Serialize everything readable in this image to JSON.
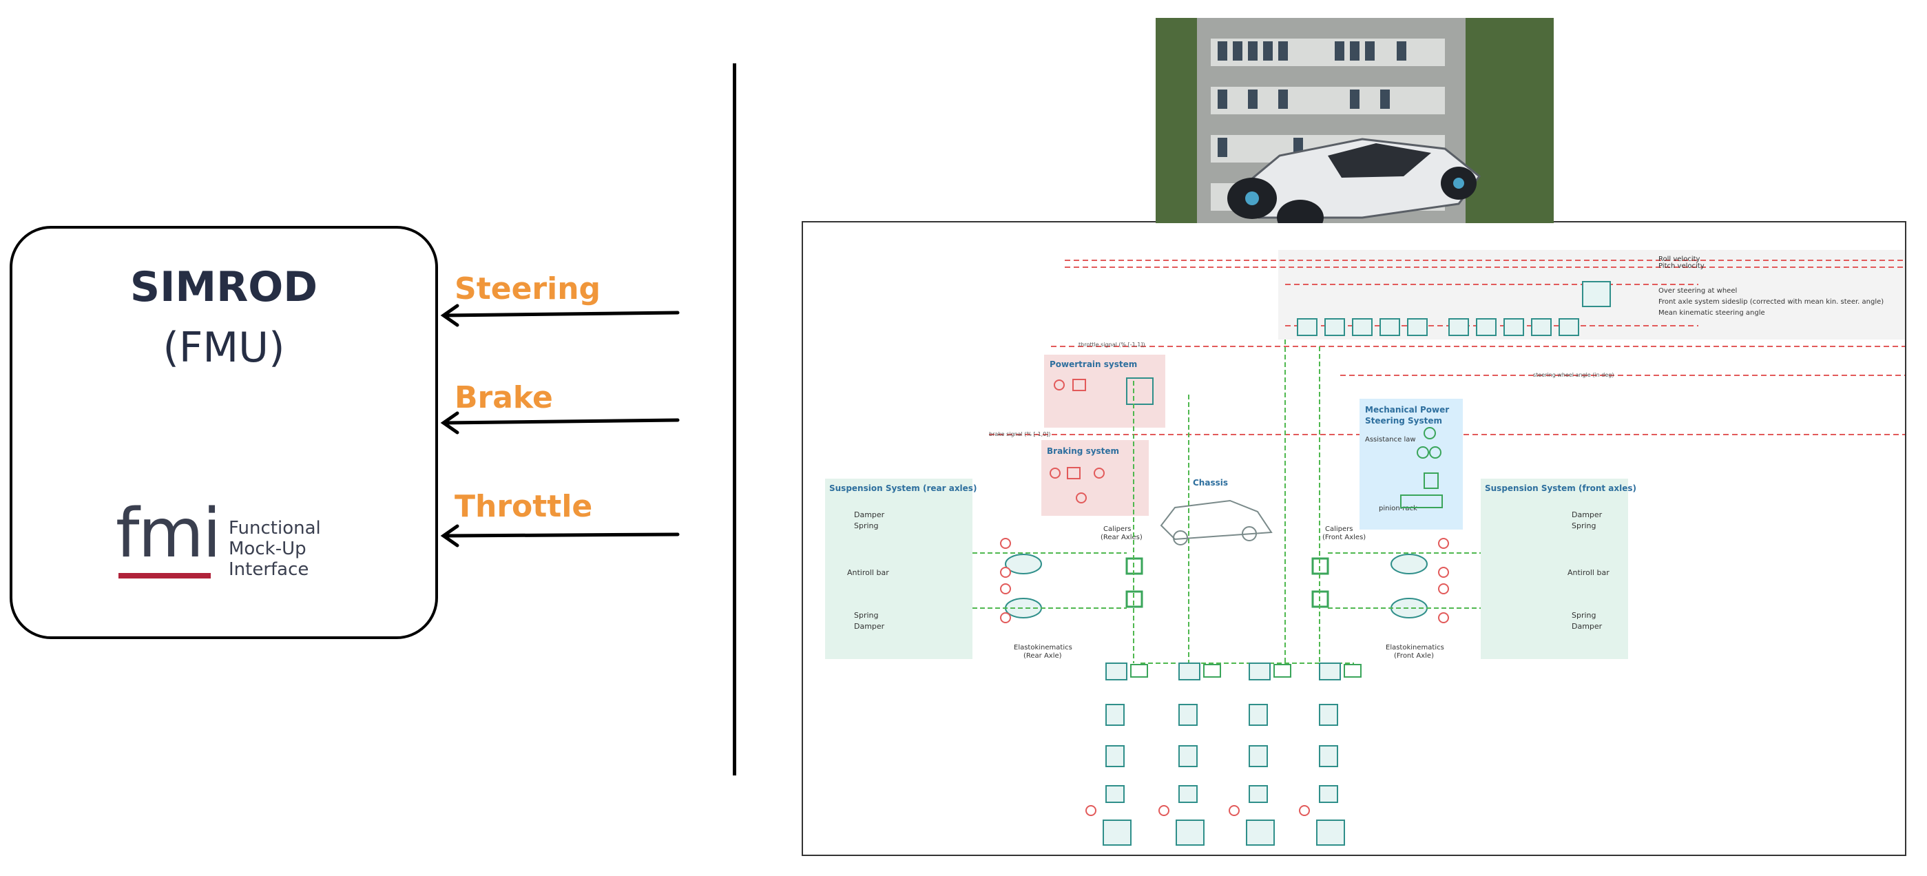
{
  "fmu": {
    "title": "SIMROD",
    "subtitle": "(FMU)",
    "logo_word": "fmi",
    "logo_text": [
      "Functional",
      "Mock-Up",
      "Interface"
    ]
  },
  "signals": [
    "Steering",
    "Brake",
    "Throttle"
  ],
  "colors": {
    "signal": "#f0963a",
    "fmu_text": "#262e44",
    "fmi_bar": "#b0223a",
    "red_line": "#e25a5a",
    "green_line": "#4fb84f",
    "teal": "#2f8f8a"
  },
  "diagram": {
    "powertrain": "Powertrain system",
    "braking": "Braking system",
    "mech_steering": [
      "Mechanical Power",
      "Steering System"
    ],
    "assistance_law": "Assistance law",
    "pinion_rack": "pinion-rack",
    "chassis": "Chassis",
    "susp_rear": "Suspension System (rear axles)",
    "susp_front": "Suspension System (front axles)",
    "damper": "Damper",
    "spring": "Spring",
    "antiroll": "Antiroll bar",
    "calipers_rear": [
      "Calipers",
      "(Rear Axles)"
    ],
    "calipers_front": [
      "Calipers",
      "(Front Axles)"
    ],
    "elasto_rear": [
      "Elastokinematics",
      "(Rear Axle)"
    ],
    "elasto_front": [
      "Elastokinematics",
      "(Front Axle)"
    ],
    "throttle_signal": "throttle signal (% [-1,1])",
    "brake_signal": "brake signal (% [-1,0])",
    "steering_angle": "steering wheel angle (in deg)",
    "outputs": [
      "Roll velocity",
      "Pitch velocity",
      "Over steering at wheel",
      "Front axle system sideslip (corrected with mean kin. steer. angle)",
      "Mean kinematic steering angle"
    ]
  }
}
